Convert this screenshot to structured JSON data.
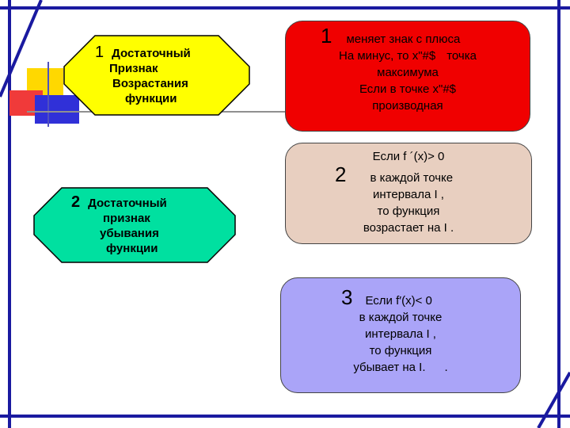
{
  "colors": {
    "frame": "#1a1aa0",
    "yellow": "#ffff00",
    "teal": "#00e0a0",
    "red": "#f00000",
    "tan": "#e8cfc0",
    "lavender": "#aaa4f8"
  },
  "box1": {
    "num": "1",
    "l1": "Достаточный",
    "l2": "Признак",
    "l3": "Возрастания",
    "l4": "функции"
  },
  "box2": {
    "num": "2",
    "l1": "Достаточный",
    "l2": "признак",
    "l3": "убывания",
    "l4": "функции"
  },
  "box3": {
    "num": "1",
    "l1": "меняет знак  с плюса",
    "l2": "На минус, то х\"#$",
    "l2b": "точка",
    "l3": "максимума",
    "l4": "Если в точке  х\"#$",
    "l5": "производная"
  },
  "box4": {
    "l1": "Если  f ´(x)> 0",
    "num": "2",
    "l2": "в каждой точке",
    "l3": "интервала  I ,",
    "l4": "то функция",
    "l5": "возрастает на  I ."
  },
  "box5": {
    "num": "3",
    "l1": "Если  f′(x)<  0",
    "l2": "в каждой точке",
    "l3": "интервала  I ,",
    "l4": "то функция",
    "l5": "убывает на  I.",
    "l5b": "."
  }
}
